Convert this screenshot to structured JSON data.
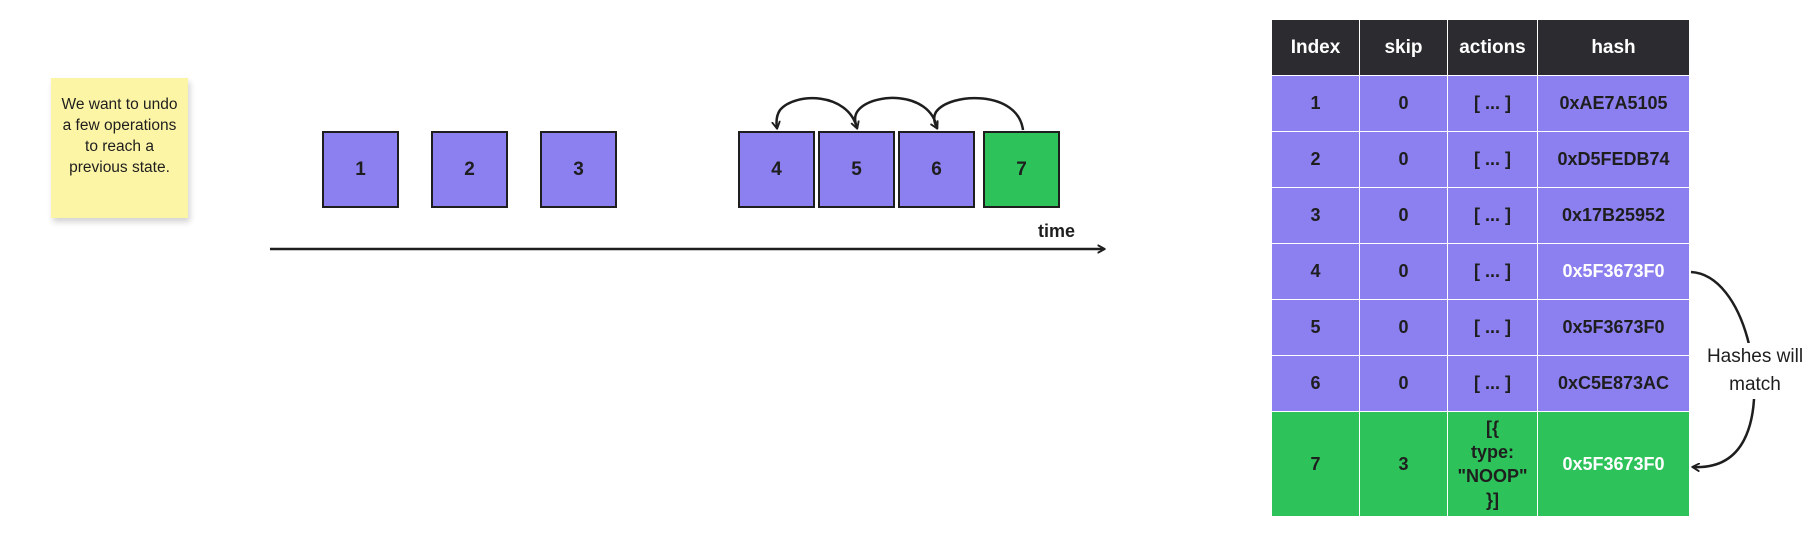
{
  "sticky_note": "We want to undo a few operations to reach a previous state.",
  "timeline": {
    "label": "time",
    "blocks": [
      "1",
      "2",
      "3",
      "4",
      "5",
      "6",
      "7"
    ]
  },
  "table": {
    "headers": [
      "Index",
      "skip",
      "actions",
      "hash"
    ],
    "rows": [
      {
        "index": "1",
        "skip": "0",
        "actions": "[ ... ]",
        "hash": "0xAE7A5105"
      },
      {
        "index": "2",
        "skip": "0",
        "actions": "[ ... ]",
        "hash": "0xD5FEDB74"
      },
      {
        "index": "3",
        "skip": "0",
        "actions": "[ ... ]",
        "hash": "0x17B25952"
      },
      {
        "index": "4",
        "skip": "0",
        "actions": "[ ... ]",
        "hash": "0x5F3673F0"
      },
      {
        "index": "5",
        "skip": "0",
        "actions": "[ ... ]",
        "hash": "0x5F3673F0"
      },
      {
        "index": "6",
        "skip": "0",
        "actions": "[ ... ]",
        "hash": "0xC5E873AC"
      },
      {
        "index": "7",
        "skip": "3",
        "actions": [
          "[{",
          "type:",
          "\"NOOP\"",
          "}]"
        ],
        "hash": "0x5F3673F0"
      }
    ]
  },
  "annotation": "Hashes will match",
  "colors": {
    "block_purple": "#8c7ff0",
    "block_green": "#2dc35a",
    "header_dark": "#2c2c30",
    "sticky_yellow": "#fdf5a6",
    "stroke": "#1e1e1e"
  }
}
